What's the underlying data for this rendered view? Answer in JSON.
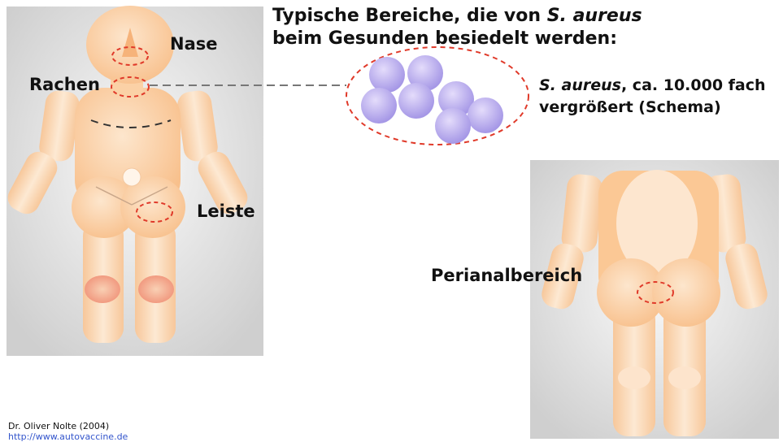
{
  "title": {
    "line1_pre": "Typische Bereiche, die von ",
    "line1_italic": "S. aureus",
    "line2": "beim Gesunden besiedelt werden:"
  },
  "labels": {
    "nase": "Nase",
    "rachen": "Rachen",
    "leiste": "Leiste",
    "perianal": "Perianalbereich"
  },
  "bacteria": {
    "italic": "S. aureus",
    "rest_line1": ", ca. 10.000 fach",
    "line2": "vergrößert (Schema)"
  },
  "credit": {
    "author": "Dr. Oliver Nolte (2004)",
    "url": "http://www.autovaccine.de"
  },
  "colors": {
    "panel": "#d9d9d9",
    "skin": "#fbd2a8",
    "marker": "#e03a2a",
    "cocci": "#b5a8ea"
  }
}
